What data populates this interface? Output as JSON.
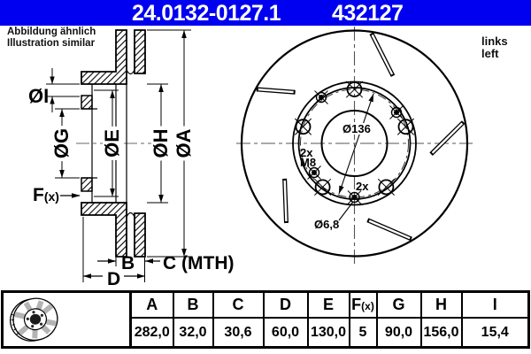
{
  "colors": {
    "accent_blue": "#0000F0"
  },
  "header": {
    "part_number": "24.0132-0127.1",
    "ref_number": "432127"
  },
  "notes": {
    "line1": "Abbildung ähnlich",
    "line2": "Illustration similar"
  },
  "side": {
    "de": "links",
    "en": "left"
  },
  "section_view": {
    "labels": {
      "dia_i": "ØI",
      "dia_g": "ØG",
      "dia_e": "ØE",
      "dia_h": "ØH",
      "dia_a": "ØA",
      "f": "F",
      "f_x": "(x)",
      "b": "B",
      "c_mth": "C (MTH)",
      "d": "D"
    }
  },
  "front_view": {
    "labels": {
      "bolt_circle": "Ø136",
      "m8_count": "2x",
      "m8_thread": "M8",
      "small_count": "2x",
      "small_hole": "Ø6,8"
    }
  },
  "dimensions_table": {
    "headers": [
      "A",
      "B",
      "C",
      "D",
      "E",
      "F",
      "G",
      "H",
      "I"
    ],
    "f_suffix": "(x)",
    "values": [
      "282,0",
      "32,0",
      "30,6",
      "60,0",
      "130,0",
      "5",
      "90,0",
      "156,0",
      "15,4"
    ]
  }
}
